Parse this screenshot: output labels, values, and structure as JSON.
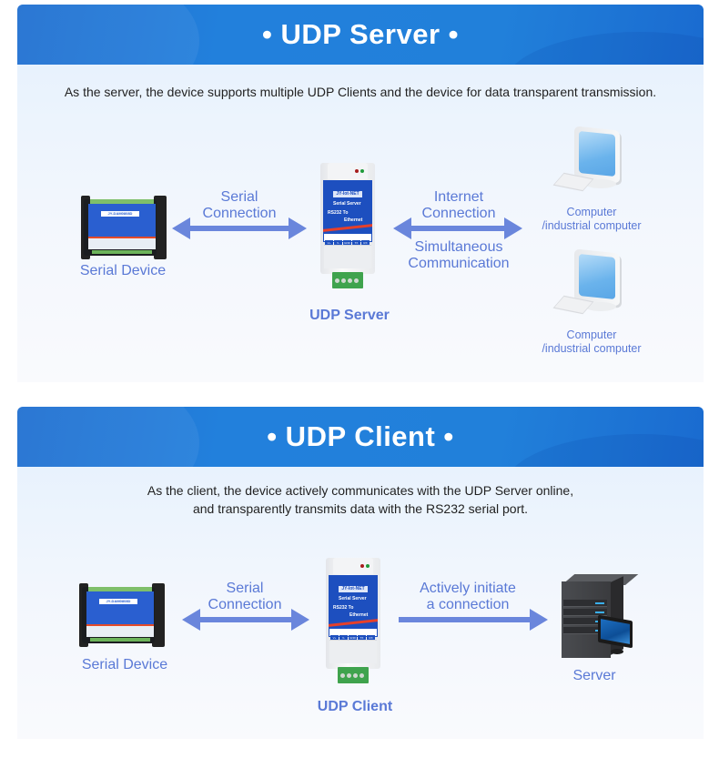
{
  "sections": {
    "server": {
      "title": "• UDP Server •",
      "description": "As the server, the device supports multiple UDP Clients and the device for data transparent transmission.",
      "serial_device_label": "Serial Device",
      "serial_link_label_1": "Serial",
      "serial_link_label_2": "Connection",
      "gateway_label": "UDP Server",
      "internet_label_1": "Internet",
      "internet_label_2": "Connection",
      "simul_label_1": "Simultaneous",
      "simul_label_2": "Communication",
      "computers": [
        {
          "line1": "Computer",
          "line2": "/industrial computer"
        },
        {
          "line1": "Computer",
          "line2": "/industrial computer"
        }
      ]
    },
    "client": {
      "title": "• UDP Client •",
      "description_line1": "As the client, the device actively communicates with the UDP Server online,",
      "description_line2": "and transparently transmits data with the RS232 serial port.",
      "serial_device_label": "Serial Device",
      "serial_link_label_1": "Serial",
      "serial_link_label_2": "Connection",
      "gateway_label": "UDP Client",
      "initiate_label_1": "Actively initiate",
      "initiate_label_2": "a connection",
      "server_label": "Server"
    }
  },
  "device": {
    "serial_model": "JY-DAM0808D",
    "gateway_brand": "JY-Iot-NET",
    "gateway_line1": "Serial Server",
    "gateway_line2": "RS232 To",
    "gateway_line3": "Ethernet",
    "gateway_pins": [
      "V+",
      "V-",
      "GND",
      "TX",
      "RX"
    ]
  },
  "colors": {
    "header_blue": "#2180da",
    "label_blue": "#5a79d6",
    "arrow_blue": "#6a86dc"
  }
}
